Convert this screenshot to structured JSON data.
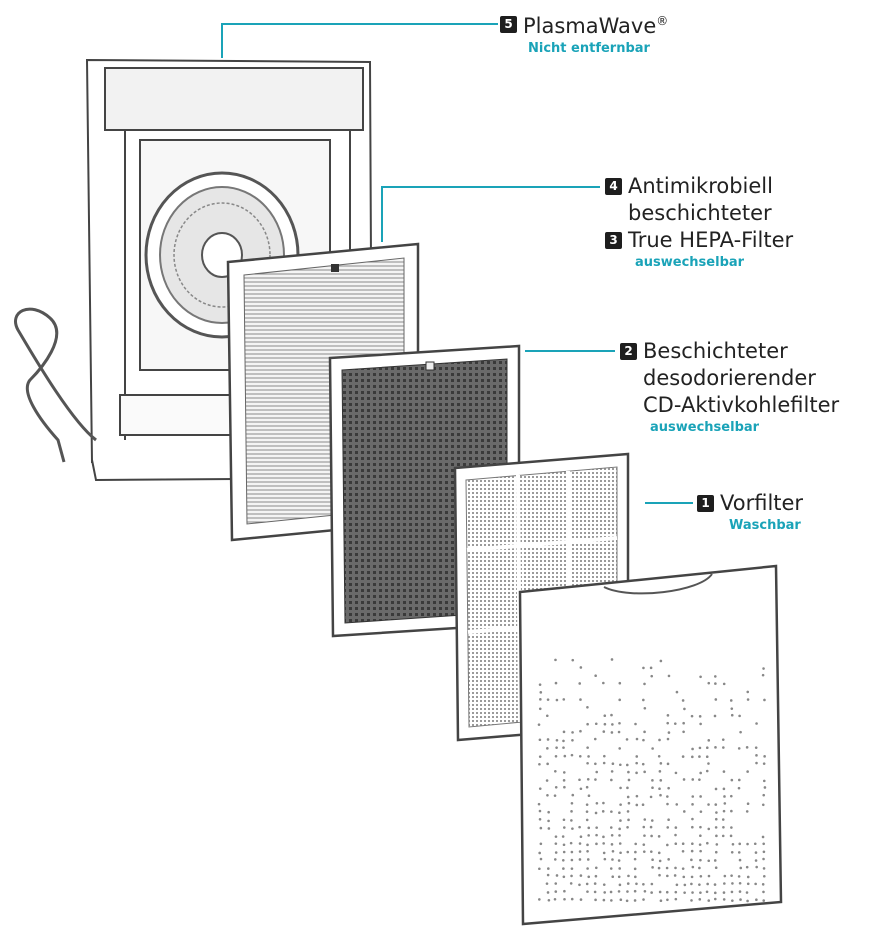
{
  "accent_color": "#1aa3b8",
  "labels": {
    "plasmawave": {
      "number": "5",
      "title": "PlasmaWave",
      "mark": "®",
      "sub": "Nicht entfernbar"
    },
    "antimicrobial": {
      "number": "4",
      "line1": "Antimikrobiell",
      "line2": "beschichteter"
    },
    "hepa": {
      "number": "3",
      "title": "True HEPA-Filter",
      "sub": "auswechselbar"
    },
    "carbon": {
      "number": "2",
      "line1": "Beschichteter",
      "line2": "desodorierender",
      "line3": "CD-Aktivkohlefilter",
      "sub": "auswechselbar"
    },
    "prefilter": {
      "number": "1",
      "title": "Vorfilter",
      "sub": "Waschbar"
    }
  },
  "icons": [
    "power-cord-icon",
    "fan-icon"
  ]
}
